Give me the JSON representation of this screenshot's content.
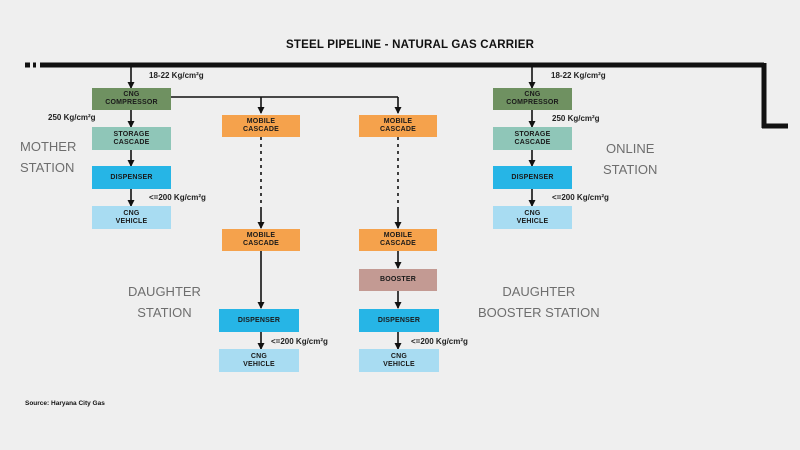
{
  "title": "STEEL PIPELINE - NATURAL GAS CARRIER",
  "source": "Source: Haryana City Gas",
  "mother": {
    "station_label_line1": "MOTHER",
    "station_label_line2": "STATION",
    "compressor": "CNG\nCOMPRESSOR",
    "storage": "STORAGE\nCASCADE",
    "dispenser": "DISPENSER",
    "vehicle": "CNG\nVEHICLE",
    "pressure_in": "18-22 Kg/cm²g",
    "pressure_storage": "250 Kg/cm²g",
    "pressure_out": "<=200 Kg/cm²g"
  },
  "daughter": {
    "station_label_line1": "DAUGHTER",
    "station_label_line2": "STATION",
    "mobile_cascade_top": "MOBILE\nCASCADE",
    "mobile_cascade_bottom": "MOBILE\nCASCADE",
    "dispenser": "DISPENSER",
    "vehicle": "CNG\nVEHICLE",
    "pressure_out": "<=200 Kg/cm²g"
  },
  "booster_station": {
    "station_label_line1": "DAUGHTER",
    "station_label_line2": "BOOSTER STATION",
    "mobile_cascade_top": "MOBILE\nCASCADE",
    "mobile_cascade_bottom": "MOBILE\nCASCADE",
    "booster": "BOOSTER",
    "dispenser": "DISPENSER",
    "vehicle": "CNG\nVEHICLE",
    "pressure_out": "<=200 Kg/cm²g"
  },
  "online": {
    "station_label_line1": "ONLINE",
    "station_label_line2": "STATION",
    "compressor": "CNG\nCOMPRESSOR",
    "storage": "STORAGE\nCASCADE",
    "dispenser": "DISPENSER",
    "vehicle": "CNG\nVEHICLE",
    "pressure_in": "18-22 Kg/cm²g",
    "pressure_storage": "250 Kg/cm²g",
    "pressure_out": "<=200 Kg/cm²g"
  },
  "colors": {
    "compressor": "#6f9161",
    "storage_cascade": "#8fc6b8",
    "dispenser": "#26b5e6",
    "vehicle": "#a8dcf2",
    "mobile_cascade": "#f5a24c",
    "booster": "#c39a93",
    "line": "#111111"
  }
}
